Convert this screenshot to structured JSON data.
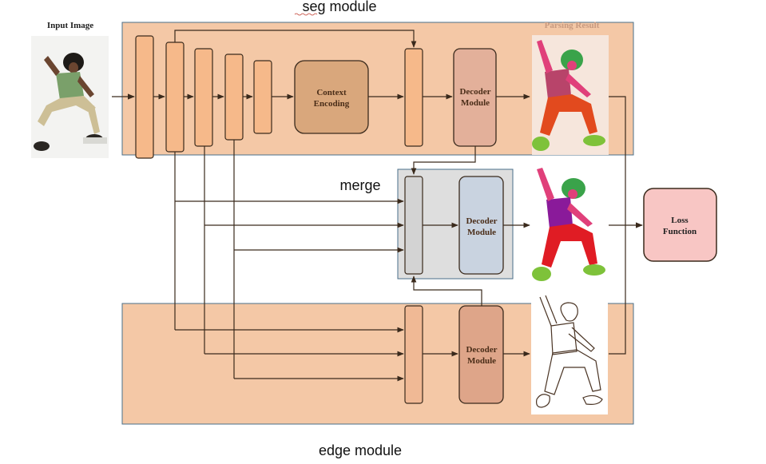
{
  "title_seg": "seg module",
  "title_merge": "merge",
  "title_edge": "edge module",
  "input_label": "Input Image",
  "parsing_label": "Parsing Result",
  "context_label_1": "Context",
  "context_label_2": "Encoding",
  "decoder_1": "Decoder",
  "decoder_2": "Module",
  "loss_1": "Loss",
  "loss_2": "Function",
  "colors": {
    "module_bg": "#f4c8a6",
    "encoder_block": "#f6b98a",
    "context_block": "#d9a77c",
    "seg_decoder": "#e3b09a",
    "merge_bg": "#dedede",
    "merge_block": "#d3d3d3",
    "merge_decoder": "#c9d3e0",
    "edge_block": "#f0b995",
    "edge_decoder": "#dea589",
    "loss": "#f8c6c4",
    "line": "#5b3a22"
  }
}
